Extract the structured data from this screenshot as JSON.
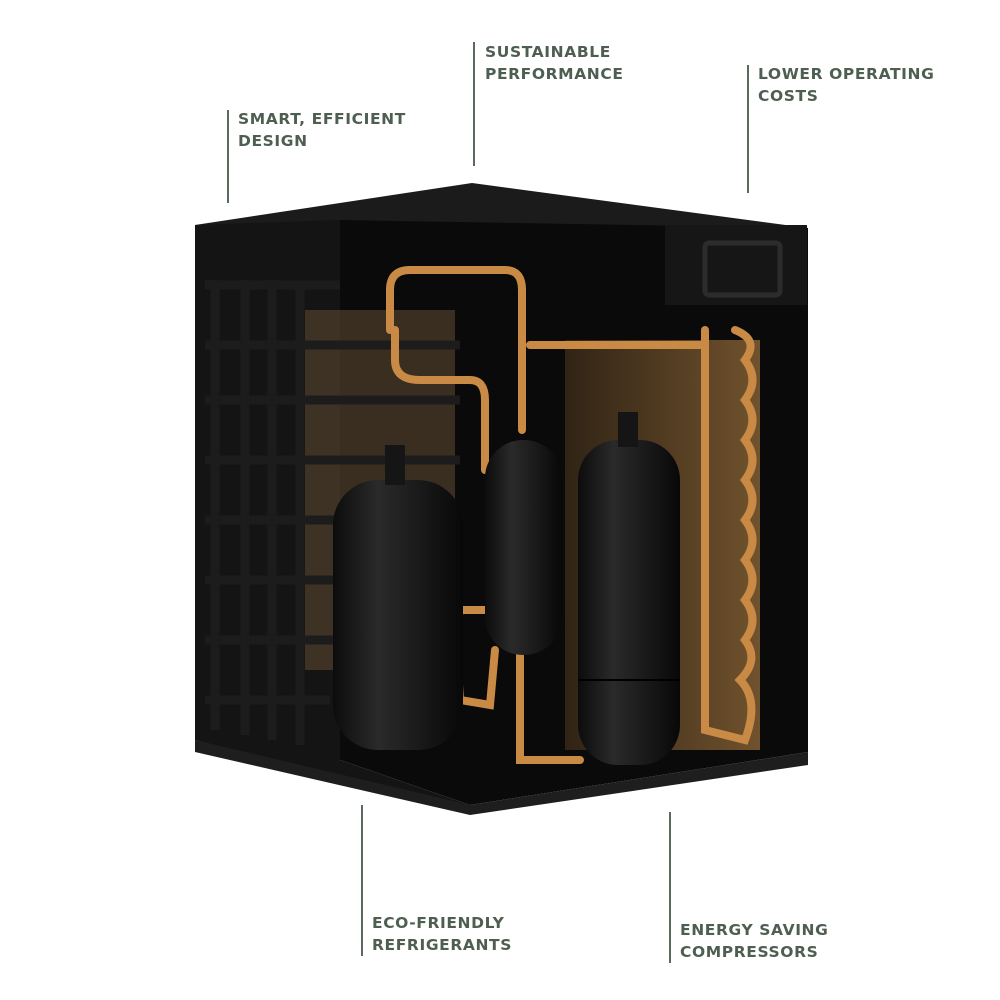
{
  "callouts": [
    {
      "id": "smart-design",
      "lines": [
        "SMART, EFFICIENT",
        "DESIGN"
      ]
    },
    {
      "id": "sustainable-performance",
      "lines": [
        "SUSTAINABLE",
        "PERFORMANCE"
      ]
    },
    {
      "id": "lower-costs",
      "lines": [
        "LOWER OPERATING",
        "COSTS"
      ]
    },
    {
      "id": "eco-refrigerants",
      "lines": [
        "ECO-FRIENDLY",
        "REFRIGERANTS"
      ]
    },
    {
      "id": "energy-compressors",
      "lines": [
        "ENERGY SAVING",
        "COMPRESSORS"
      ]
    }
  ],
  "colors": {
    "text": "#4e5e51",
    "unit": "#111111",
    "copper": "#c88a45"
  }
}
